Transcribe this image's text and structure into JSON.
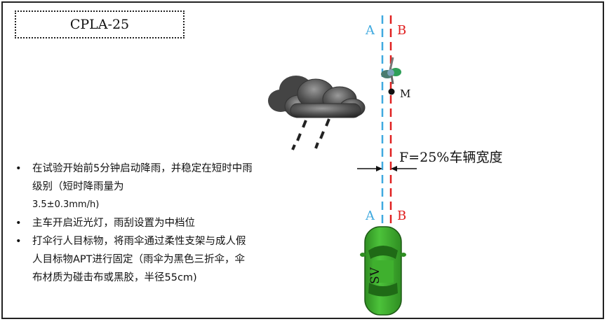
{
  "title": "CPLA-25",
  "lanes": {
    "a_label_top": "A",
    "b_label_top": "B",
    "a_label_bottom": "A",
    "b_label_bottom": "B",
    "a_color": "#3fa9df",
    "b_color": "#e02020"
  },
  "pedestrian_point_label": "M",
  "offset_label": "F=25%车辆宽度",
  "vehicle_label": "SV",
  "vehicle_color": "#3cae2c",
  "notes": [
    {
      "text": "在试验开始前5分钟启动降雨，并稳定在短时中雨级别（短时降雨量为",
      "sub": "3.5±0.3mm/h)"
    },
    {
      "text": "主车开启近光灯，雨刮设置为中档位",
      "sub": ""
    },
    {
      "text": "打伞行人目标物，将雨伞通过柔性支架与成人假人目标物APT进行固定（雨伞为黑色三折伞，伞布材质为碰击布或黑胶，半径55cm)",
      "sub": ""
    }
  ],
  "icons": [
    "rain-cloud-icon",
    "pedestrian-with-umbrella-icon",
    "car-icon"
  ]
}
